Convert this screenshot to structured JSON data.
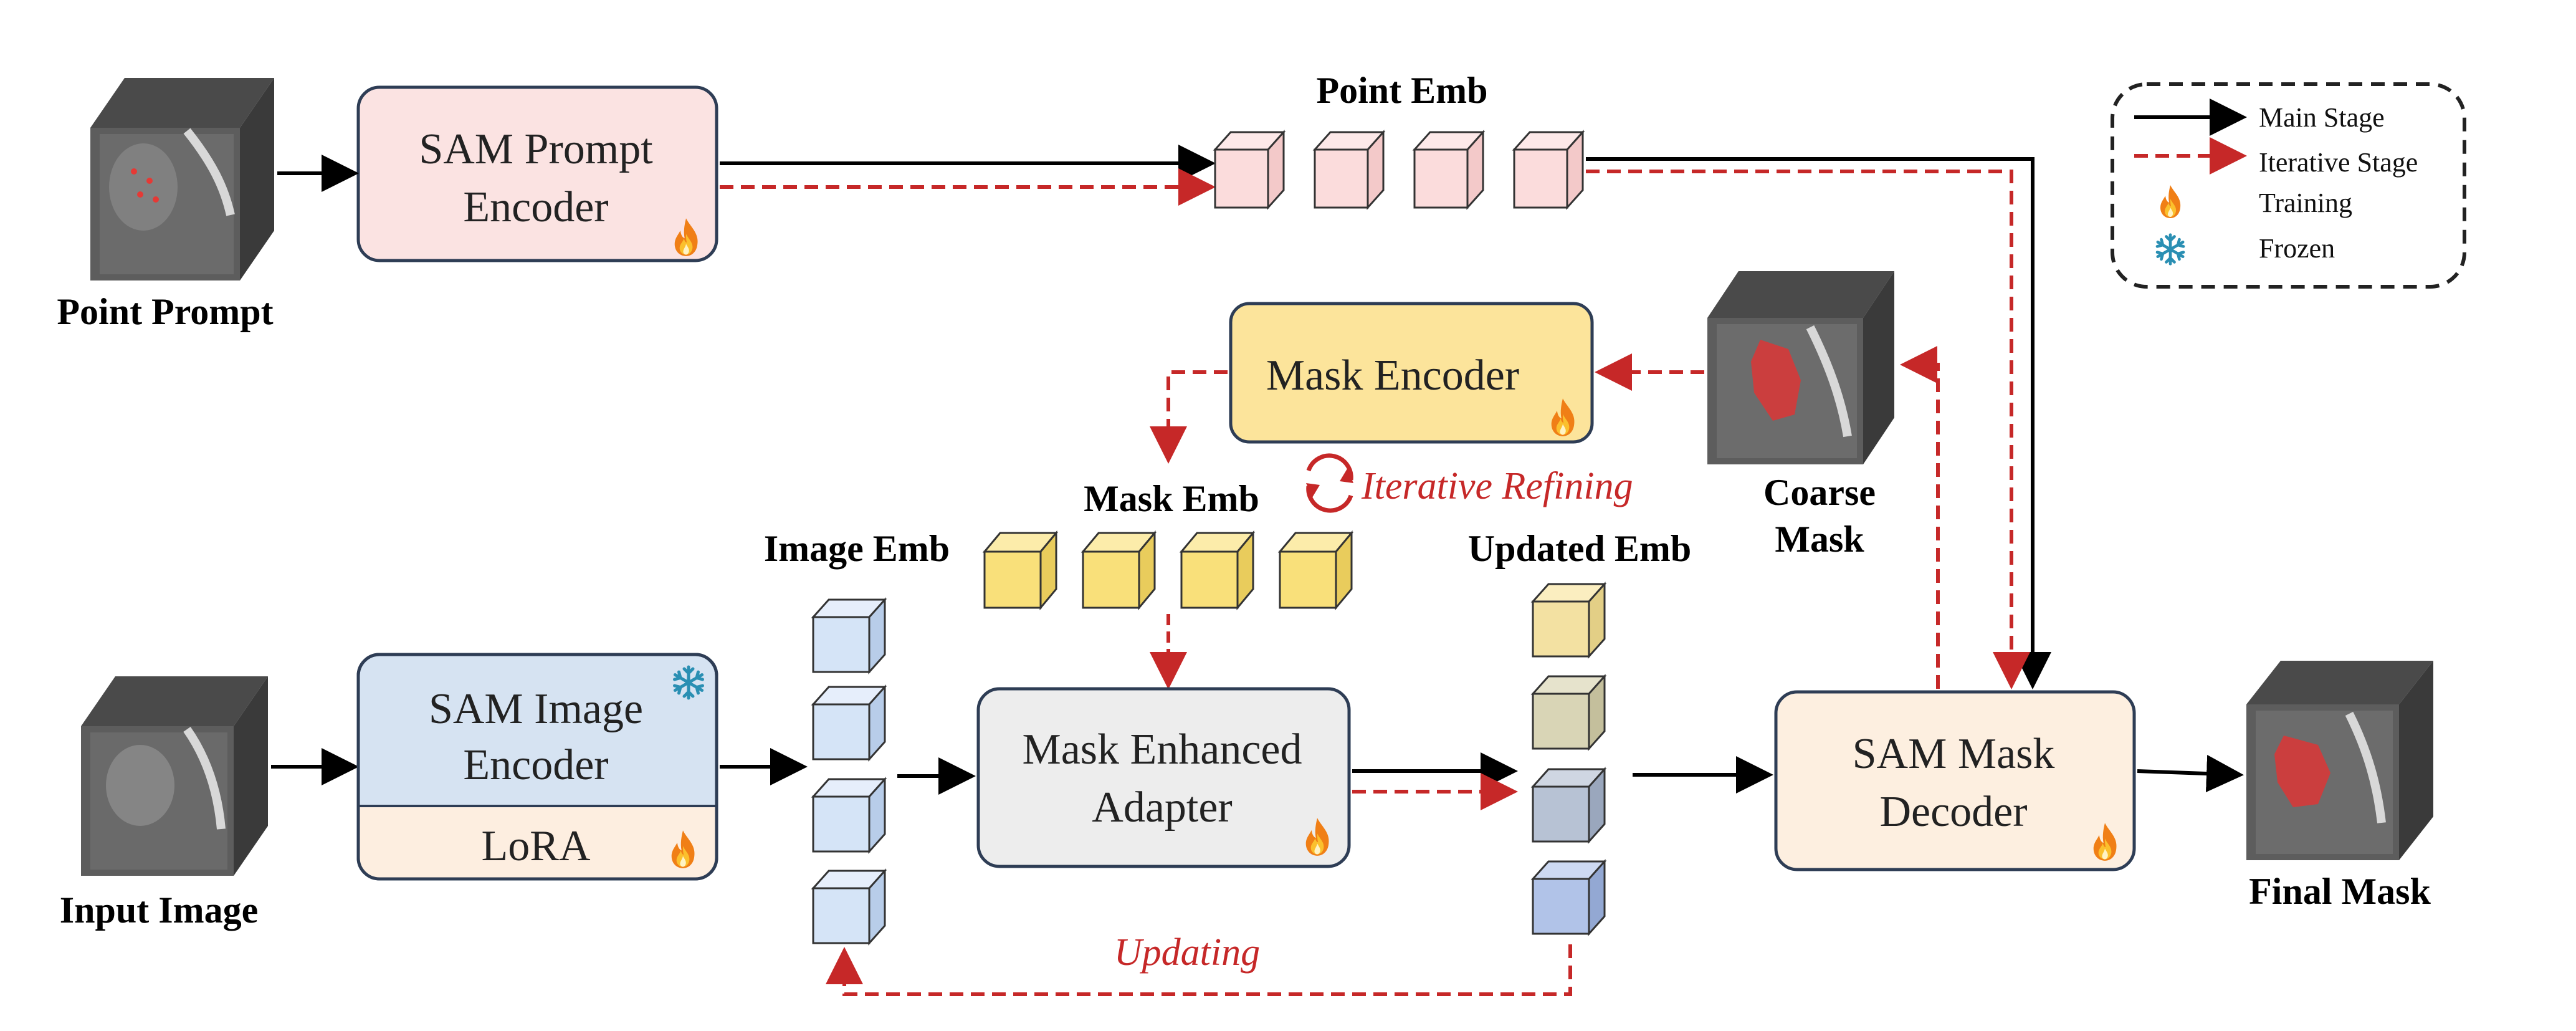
{
  "legend": {
    "main_stage": "Main Stage",
    "iterative_stage": "Iterative Stage",
    "training": "Training",
    "frozen": "Frozen"
  },
  "labels": {
    "point_prompt": "Point Prompt",
    "input_image": "Input Image",
    "point_emb": "Point Emb",
    "mask_emb": "Mask Emb",
    "image_emb": "Image Emb",
    "updated_emb": "Updated Emb",
    "coarse_mask_line1": "Coarse",
    "coarse_mask_line2": "Mask",
    "final_mask": "Final Mask",
    "iterative_refining": "Iterative Refining",
    "updating": "Updating"
  },
  "modules": {
    "prompt_encoder_line1": "SAM Prompt",
    "prompt_encoder_line2": "Encoder",
    "image_encoder_line1": "SAM Image",
    "image_encoder_line2": "Encoder",
    "lora": "LoRA",
    "mask_encoder": "Mask Encoder",
    "mask_adapter_line1": "Mask Enhanced",
    "mask_adapter_line2": "Adapter",
    "mask_decoder_line1": "SAM Mask",
    "mask_decoder_line2": "Decoder"
  },
  "colors": {
    "main_arrow": "#000000",
    "iterative_arrow": "#c62828",
    "prompt_box": "#fbe3e2",
    "image_encoder_box": "#d6e3f2",
    "lora_box": "#fdeee0",
    "mask_encoder_box": "#fce49b",
    "adapter_box": "#ededed",
    "decoder_box": "#fdefe0",
    "point_cube": "#fbdcdc",
    "mask_cube": "#f9e07a",
    "image_cube": "#d5e4f7"
  },
  "icons": {
    "training": "fire-icon",
    "frozen": "snowflake-icon",
    "refining": "refresh-cycle-icon"
  }
}
